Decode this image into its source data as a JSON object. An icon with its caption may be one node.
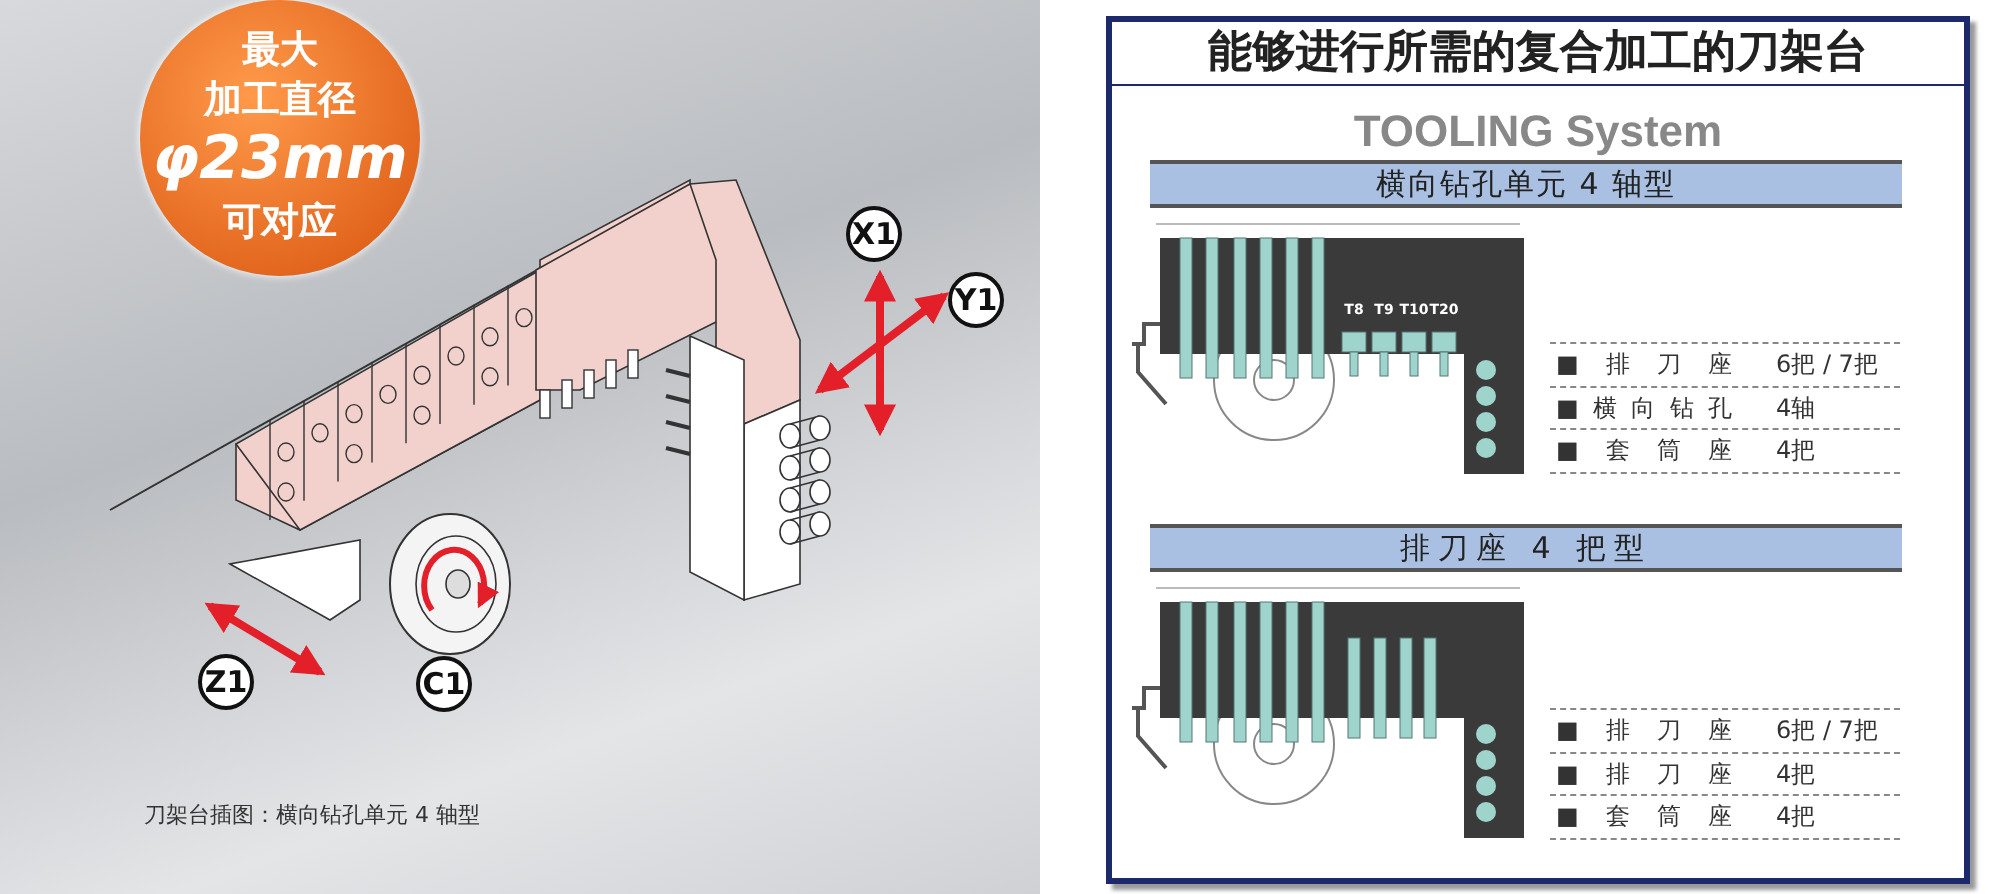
{
  "diagram": {
    "title": "能够进行所需的复合加工的刀架台",
    "caption": "刀架台插图：横向钻孔单元 4 轴型",
    "nodes": [
      {
        "text": [
          "最大",
          "加工直径",
          "φ23mm",
          "可对应"
        ]
      },
      {
        "text": [
          "X1"
        ]
      },
      {
        "text": [
          "Y1"
        ]
      },
      {
        "text": [
          "Z1"
        ]
      },
      {
        "text": [
          "C1"
        ]
      },
      {
        "text": [
          "横向钻孔单元 4 轴型"
        ]
      },
      {
        "text": [
          "排刀座 4 把型"
        ]
      }
    ],
    "labels": [
      "TOOLING System",
      "T8",
      "T9",
      "T10",
      "T20",
      "■排刀座",
      "6把 / 7把",
      "■横向钻孔",
      "4轴",
      "■套筒座",
      "4把",
      "■排刀座",
      "6把 / 7把",
      "■排刀座",
      "4把",
      "■套筒座",
      "4把"
    ]
  }
}
